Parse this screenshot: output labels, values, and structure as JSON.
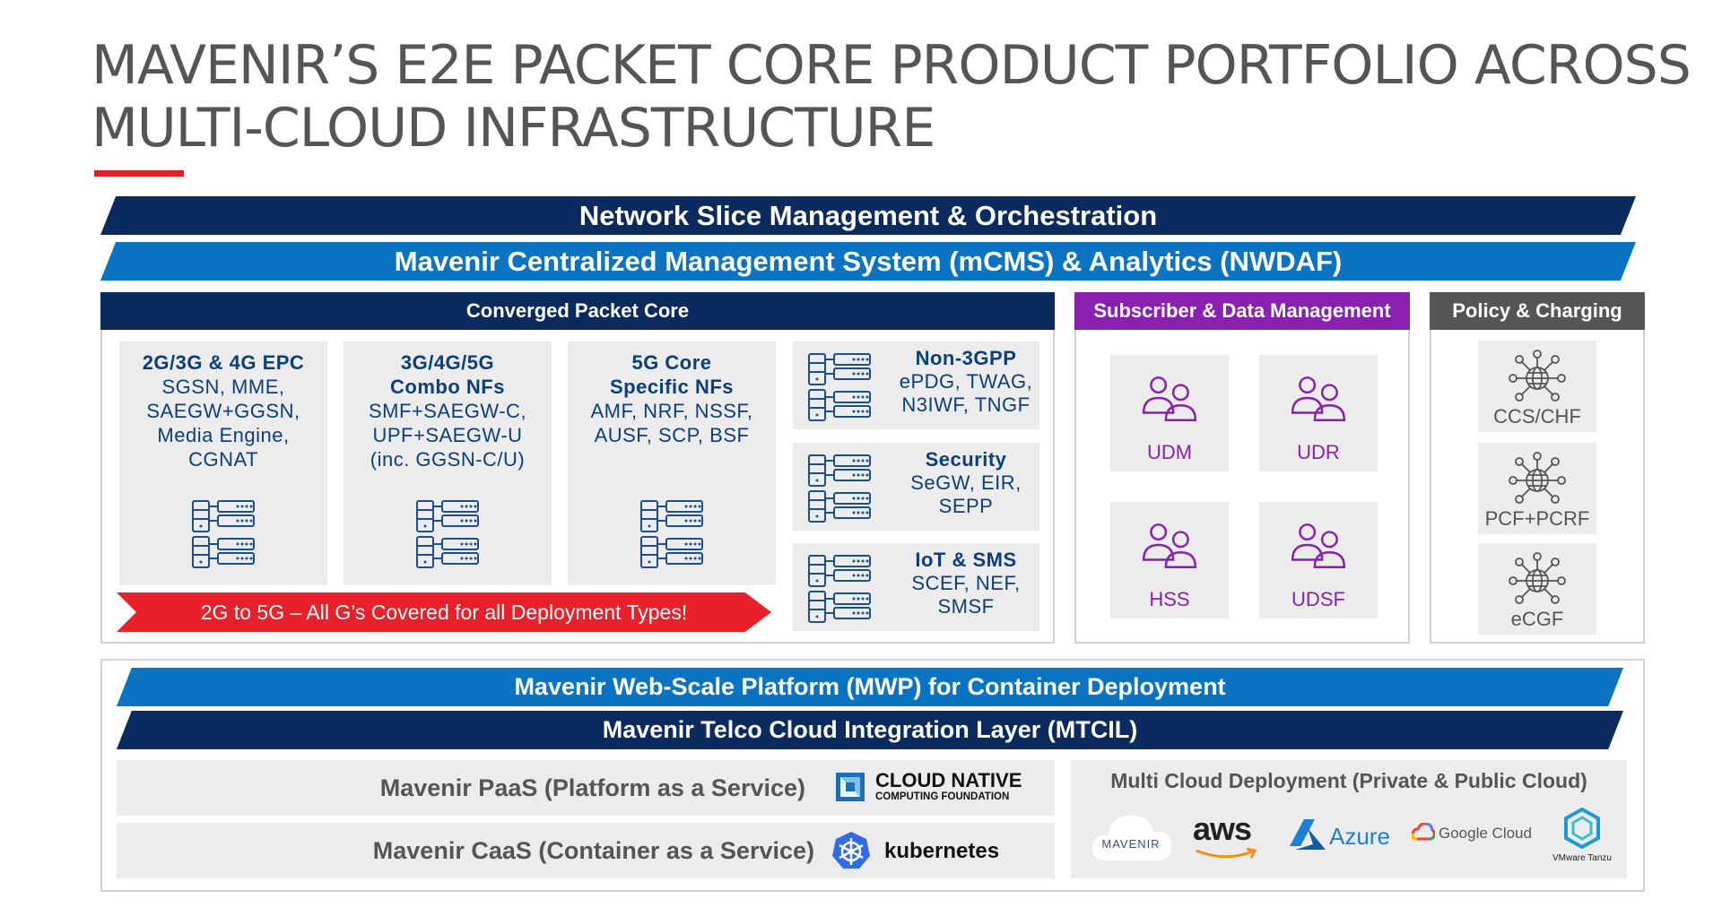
{
  "title": {
    "line1": "MAVENIR’S E2E PACKET CORE PRODUCT PORTFOLIO ACROSS",
    "line2": "MULTI-CLOUD INFRASTRUCTURE"
  },
  "bands": {
    "nsmo": "Network Slice Management & Orchestration",
    "mcms": "Mavenir Centralized Management System (mCMS) & Analytics (NWDAF)",
    "mwp": "Mavenir Web-Scale Platform (MWP) for Container Deployment",
    "mtcil": "Mavenir Telco Cloud Integration Layer (MTCIL)"
  },
  "converged": {
    "header": "Converged Packet Core",
    "boxes": [
      {
        "title": "2G/3G & 4G EPC",
        "lines": [
          "SGSN, MME,",
          "SAEGW+GGSN,",
          "Media Engine,",
          "CGNAT"
        ]
      },
      {
        "title1": "3G/4G/5G",
        "title2": "Combo NFs",
        "lines": [
          "SMF+SAEGW-C,",
          "UPF+SAEGW-U",
          "(inc. GGSN-C/U)"
        ]
      },
      {
        "title1": "5G Core",
        "title2": "Specific NFs",
        "lines": [
          "AMF, NRF, NSSF,",
          "AUSF, SCP, BSF"
        ]
      }
    ],
    "side": [
      {
        "title": "Non-3GPP",
        "lines": [
          "ePDG, TWAG,",
          "N3IWF, TNGF"
        ]
      },
      {
        "title": "Security",
        "lines": [
          "SeGW, EIR,",
          "SEPP"
        ]
      },
      {
        "title": "IoT & SMS",
        "lines": [
          "SCEF, NEF,",
          "SMSF"
        ]
      }
    ],
    "arrow": "2G to 5G – All G’s Covered for all Deployment Types!"
  },
  "sdm": {
    "header": "Subscriber & Data Management",
    "items": [
      "UDM",
      "UDR",
      "HSS",
      "UDSF"
    ],
    "color": "#8a20b0"
  },
  "policy": {
    "header": "Policy & Charging",
    "items": [
      "CCS/CHF",
      "PCF+PCRF",
      "eCGF"
    ]
  },
  "platform": {
    "paas": "Mavenir PaaS (Platform as a Service)",
    "caas": "Mavenir CaaS (Container as a Service)",
    "cncf1": "CLOUD NATIVE",
    "cncf2": "COMPUTING FOUNDATION",
    "k8s": "kubernetes",
    "multicloud": "Multi Cloud Deployment (Private & Public Cloud)",
    "logos": {
      "mavenir": "MAVENIR",
      "aws": "aws",
      "azure": "Azure",
      "google": "Google Cloud",
      "vmware": "VMware Tanzu"
    }
  },
  "colors": {
    "navy": "#0b2a5e",
    "blue": "#0a73c2",
    "red": "#e01f27",
    "purple": "#8a20b0",
    "darkgray": "#555555"
  }
}
